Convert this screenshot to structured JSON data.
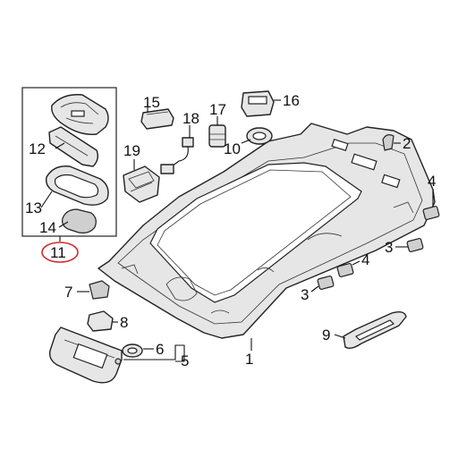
{
  "callouts": {
    "c1": "1",
    "c2": "2",
    "c3a": "3",
    "c3b": "3",
    "c4a": "4",
    "c4b": "4",
    "c5": "5",
    "c6": "6",
    "c7": "7",
    "c8": "8",
    "c9": "9",
    "c10": "10",
    "c11": "11",
    "c12": "12",
    "c13": "13",
    "c14": "14",
    "c15": "15",
    "c16": "16",
    "c17": "17",
    "c18": "18",
    "c19": "19"
  },
  "colors": {
    "line": "#111111",
    "part_fill": "#e6e6e6",
    "highlight_ring": "#d62828"
  }
}
